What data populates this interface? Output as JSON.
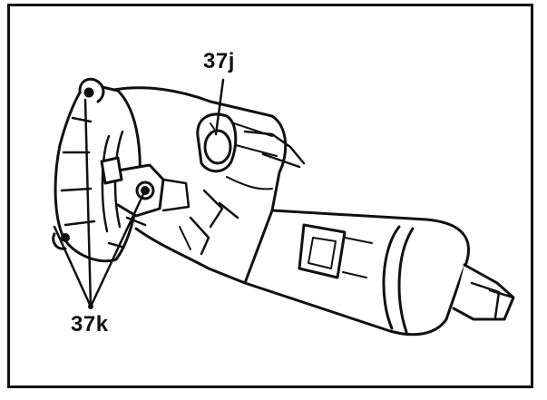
{
  "diagram": {
    "subject": "steering-column-assembly",
    "callouts": [
      {
        "id": "37j",
        "text": "37j"
      },
      {
        "id": "37k",
        "text": "37k"
      }
    ],
    "colors": {
      "ink": "#111111",
      "paper": "#ffffff"
    }
  }
}
